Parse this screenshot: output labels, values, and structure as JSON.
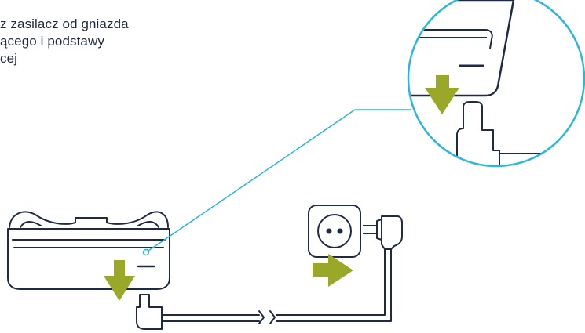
{
  "instruction": {
    "lines": [
      "z zasilacz od gniazda",
      "ącego i podstawy",
      "cej"
    ]
  },
  "colors": {
    "outline": "#1f2a44",
    "accent": "#9aa82a",
    "callout": "#29b6e0",
    "background": "#ffffff"
  },
  "icons": {
    "arrow_down": "green-down-arrow-icon",
    "arrow_right": "green-right-arrow-icon",
    "socket": "wall-socket-icon",
    "plug": "power-plug-icon",
    "cable_break": "cable-break-icon"
  }
}
